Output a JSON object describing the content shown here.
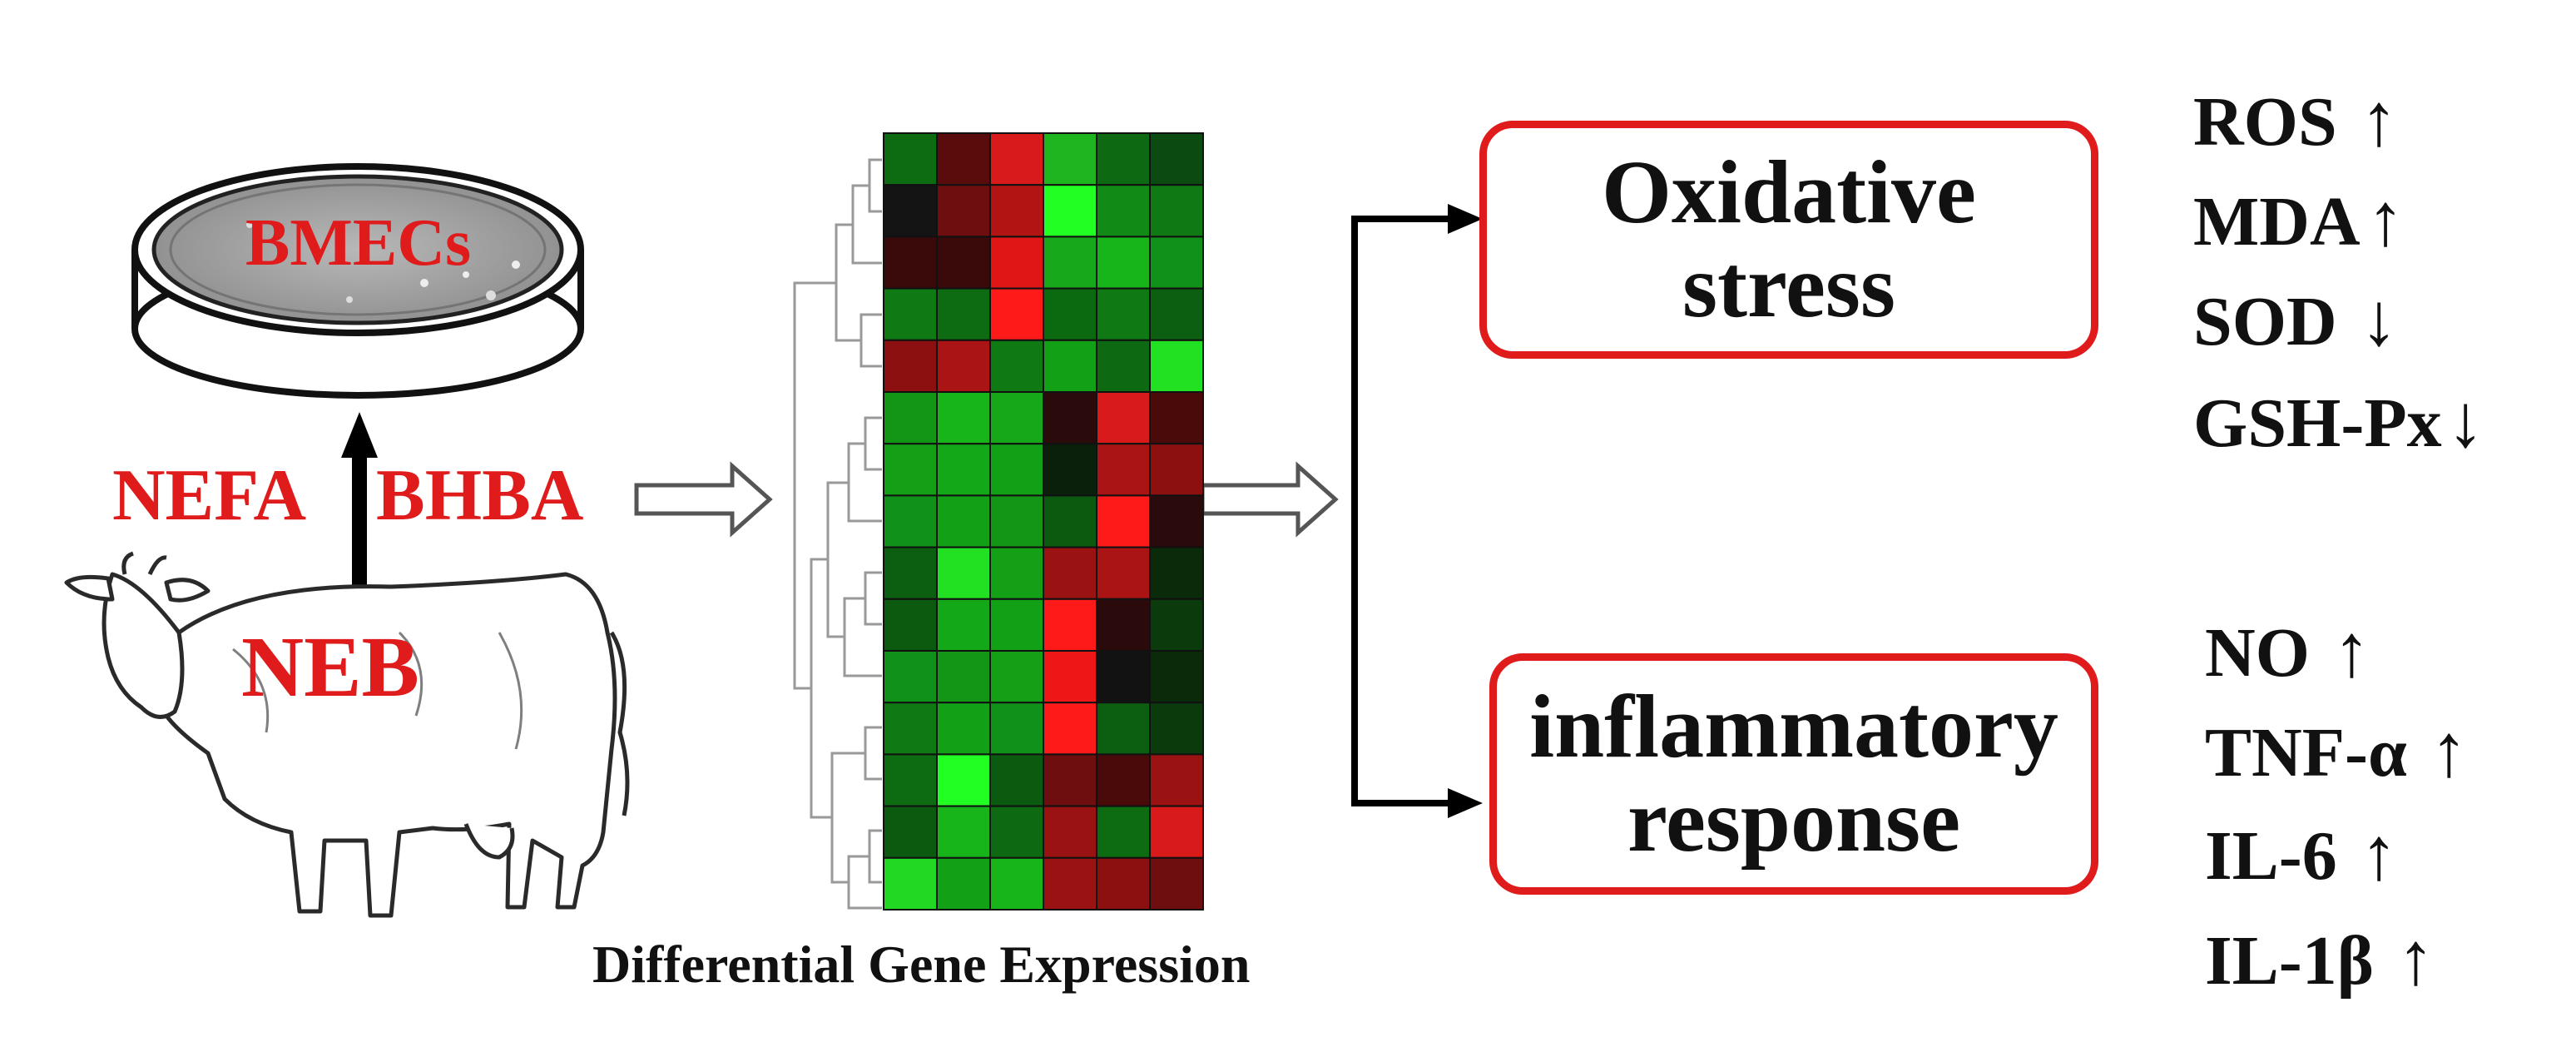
{
  "source_label": "NEB",
  "cell_label": "BMECs",
  "metabolite_left": "NEFA",
  "metabolite_right": "BHBA",
  "heatmap_caption": "Differential Gene Expression",
  "box_top": {
    "line1": "Oxidative",
    "line2": "stress"
  },
  "box_bottom": {
    "line1": "inflammatory",
    "line2": "response"
  },
  "markers_top": [
    {
      "label": "ROS",
      "direction": "↑"
    },
    {
      "label": "MDA",
      "direction": "↑"
    },
    {
      "label": "SOD",
      "direction": "↓"
    },
    {
      "label": "GSH-Px",
      "direction": "↓"
    }
  ],
  "markers_bottom": [
    {
      "label": "NO",
      "direction": "↑"
    },
    {
      "label": "TNF-α",
      "direction": "↑"
    },
    {
      "label": "IL-6",
      "direction": "↑"
    },
    {
      "label": "IL-1β",
      "direction": "↑"
    }
  ],
  "colors": {
    "label_red": "#e01b1b",
    "box_border": "#e01b1b",
    "text": "#111111"
  },
  "heatmap_cells": [
    [
      "#0d6b12",
      "#5a0c0c",
      "#d81a1a",
      "#1fb51f",
      "#0e6a12",
      "#0b4a10"
    ],
    [
      "#141414",
      "#6e0e0e",
      "#b21414",
      "#22ff22",
      "#128a16",
      "#0f7a14"
    ],
    [
      "#3a0a0a",
      "#3a0a0a",
      "#e01515",
      "#18a81c",
      "#17b51a",
      "#10911a"
    ],
    [
      "#0f7a14",
      "#0d6b12",
      "#ff1a1a",
      "#0b6a10",
      "#0f7a14",
      "#0c5f10"
    ],
    [
      "#8c1010",
      "#aa1414",
      "#0f7a14",
      "#12a016",
      "#0e6a12",
      "#22e022"
    ],
    [
      "#139615",
      "#17b51a",
      "#16a818",
      "#2a0a0a",
      "#d81a1a",
      "#4a0a0a"
    ],
    [
      "#14a016",
      "#13a818",
      "#12a016",
      "#0a200a",
      "#aa1414",
      "#8c1010"
    ],
    [
      "#10911a",
      "#12a016",
      "#139615",
      "#0b5a10",
      "#ff1a1a",
      "#2a0a0a"
    ],
    [
      "#0c5f10",
      "#22e022",
      "#14a016",
      "#9a1212",
      "#aa1414",
      "#0a2a0a"
    ],
    [
      "#0b5a10",
      "#13a818",
      "#12a016",
      "#ff1a1a",
      "#2a0a0a",
      "#0b3a0c"
    ],
    [
      "#10911a",
      "#139615",
      "#14a016",
      "#ee1616",
      "#121212",
      "#0a2a0a"
    ],
    [
      "#0f7a14",
      "#12a016",
      "#10911a",
      "#ff1a1a",
      "#0c5f10",
      "#0b3a0c"
    ],
    [
      "#0d6b12",
      "#22ff22",
      "#0b5a10",
      "#6e0e0e",
      "#4a0a0a",
      "#9a1212"
    ],
    [
      "#0b5a10",
      "#17b51a",
      "#0e6a12",
      "#9a1212",
      "#0d6b12",
      "#d81a1a"
    ],
    [
      "#22d822",
      "#12a016",
      "#17b51a",
      "#9a1212",
      "#8c1010",
      "#6e0e0e"
    ]
  ]
}
